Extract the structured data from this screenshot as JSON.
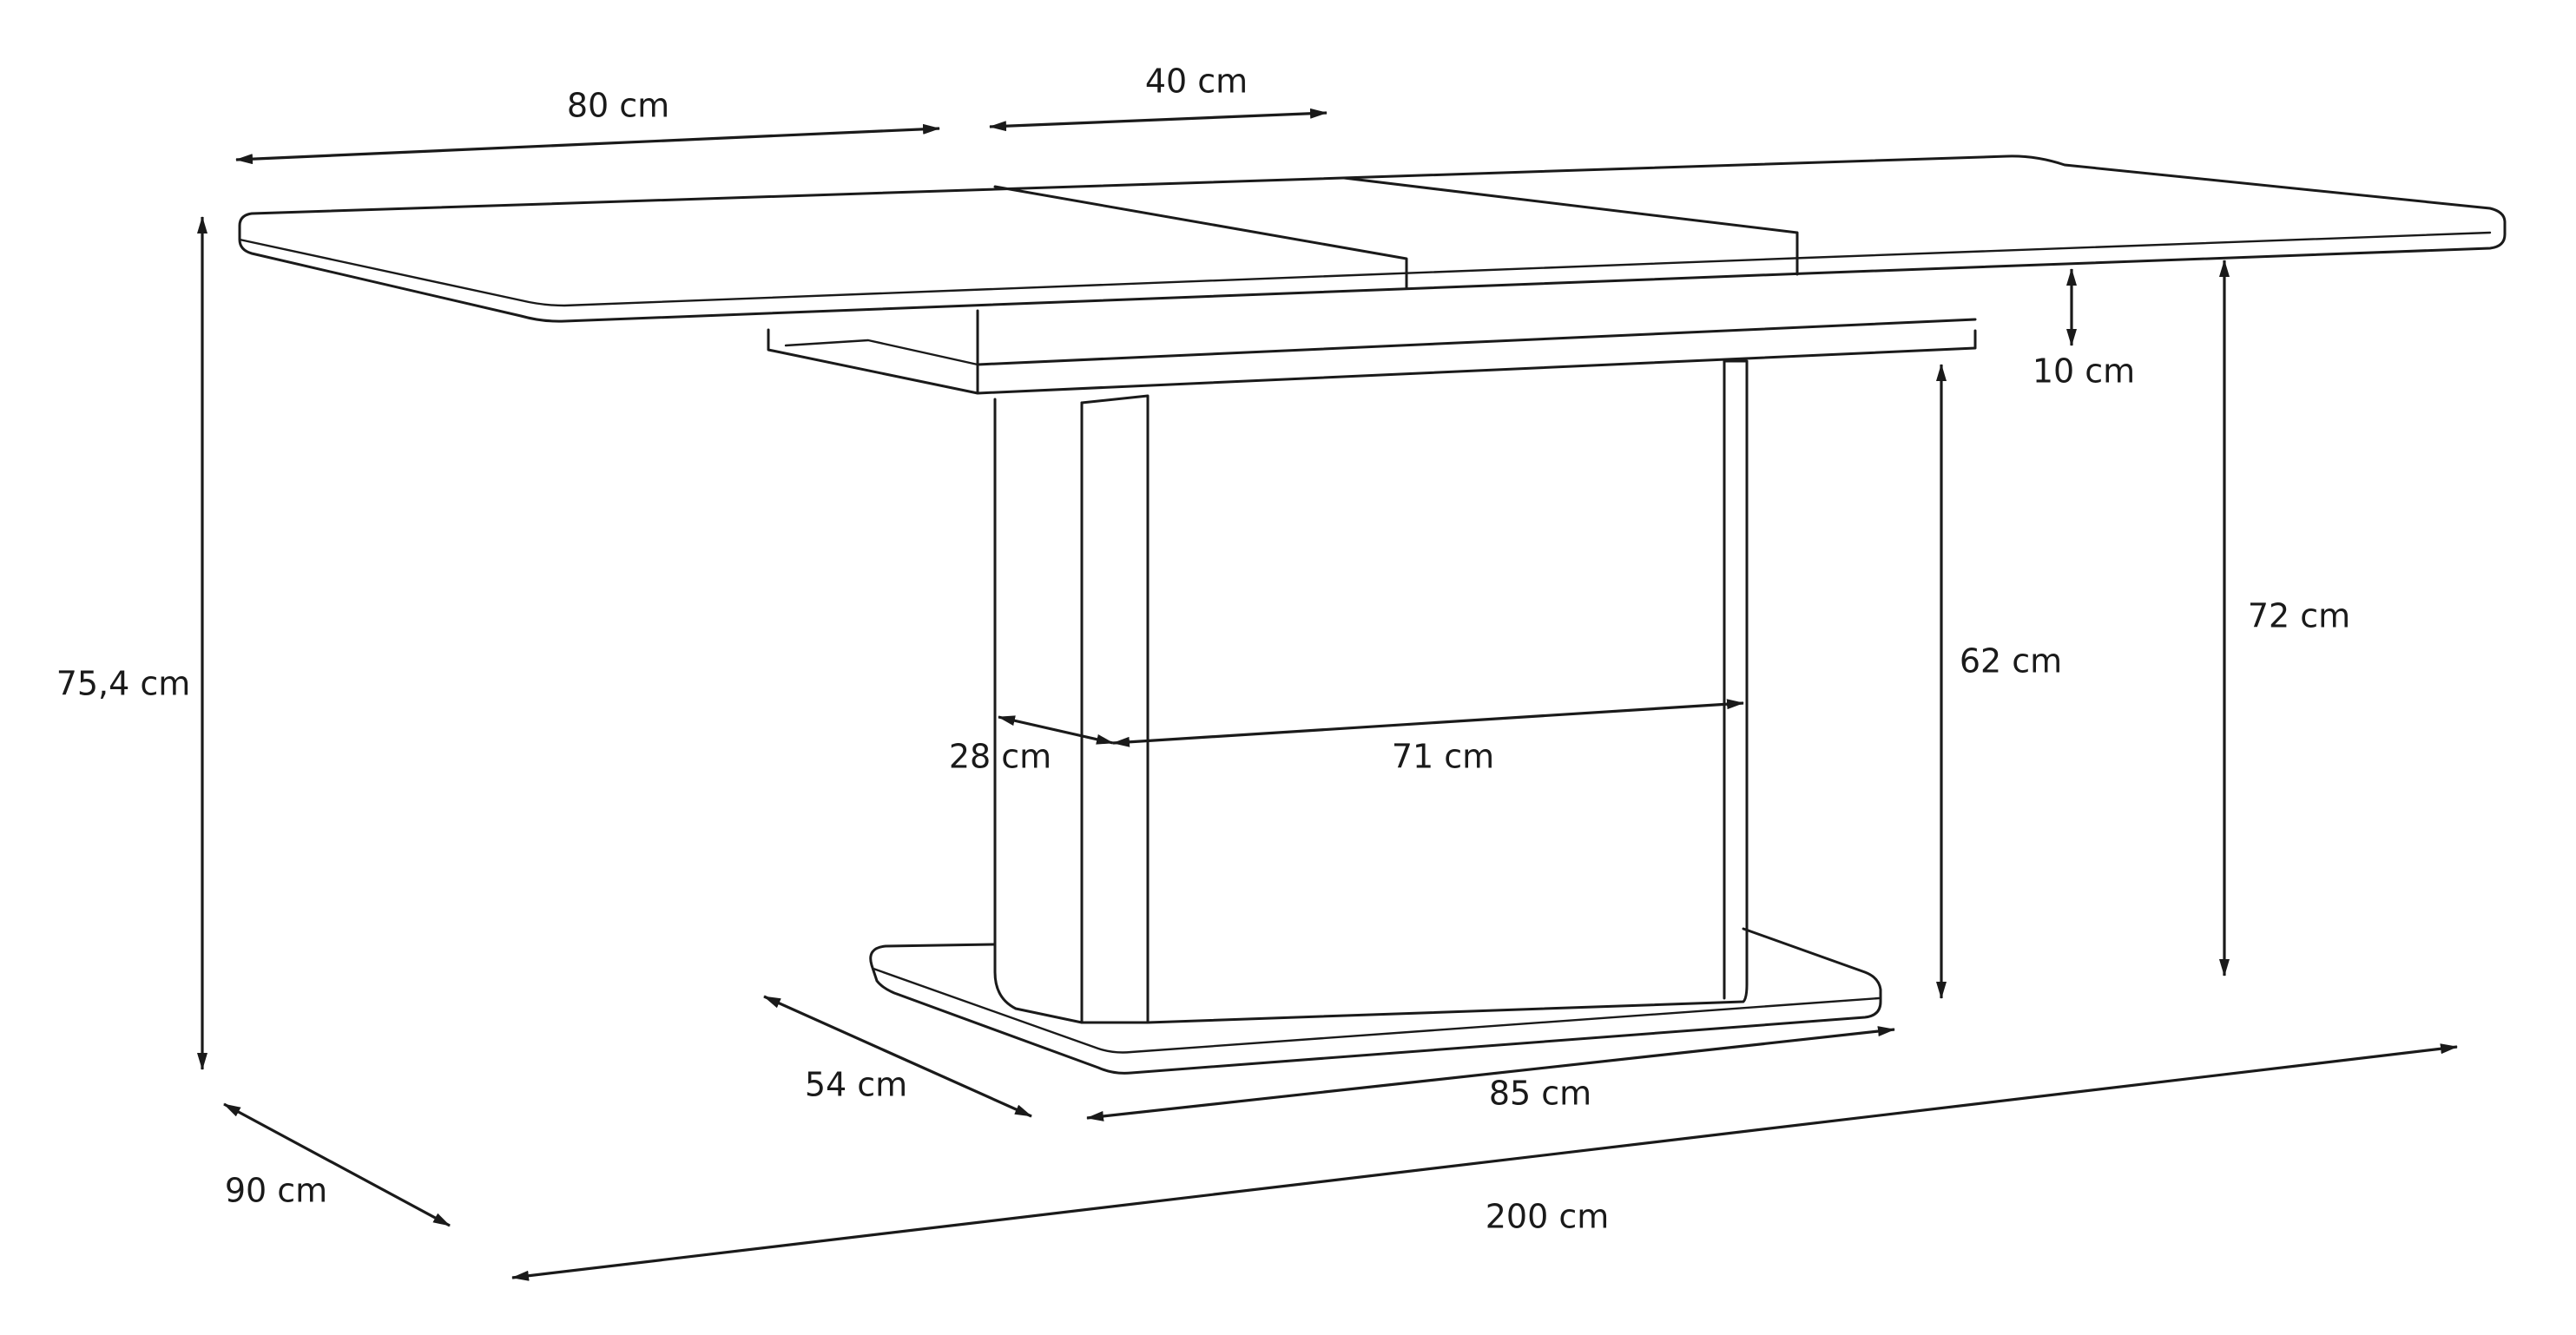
{
  "dimensions": {
    "extension_leaf": "80 cm",
    "middle_leaf": "40 cm",
    "frame_height": "10 cm",
    "total_height": "75,4 cm",
    "column_height": "62 cm",
    "table_height": "72 cm",
    "column_depth": "28 cm",
    "column_width": "71 cm",
    "base_depth": "54 cm",
    "base_width": "85 cm",
    "table_depth": "90 cm",
    "table_length": "200 cm"
  },
  "colors": {
    "line": "#1a1a1a",
    "background": "#ffffff"
  }
}
